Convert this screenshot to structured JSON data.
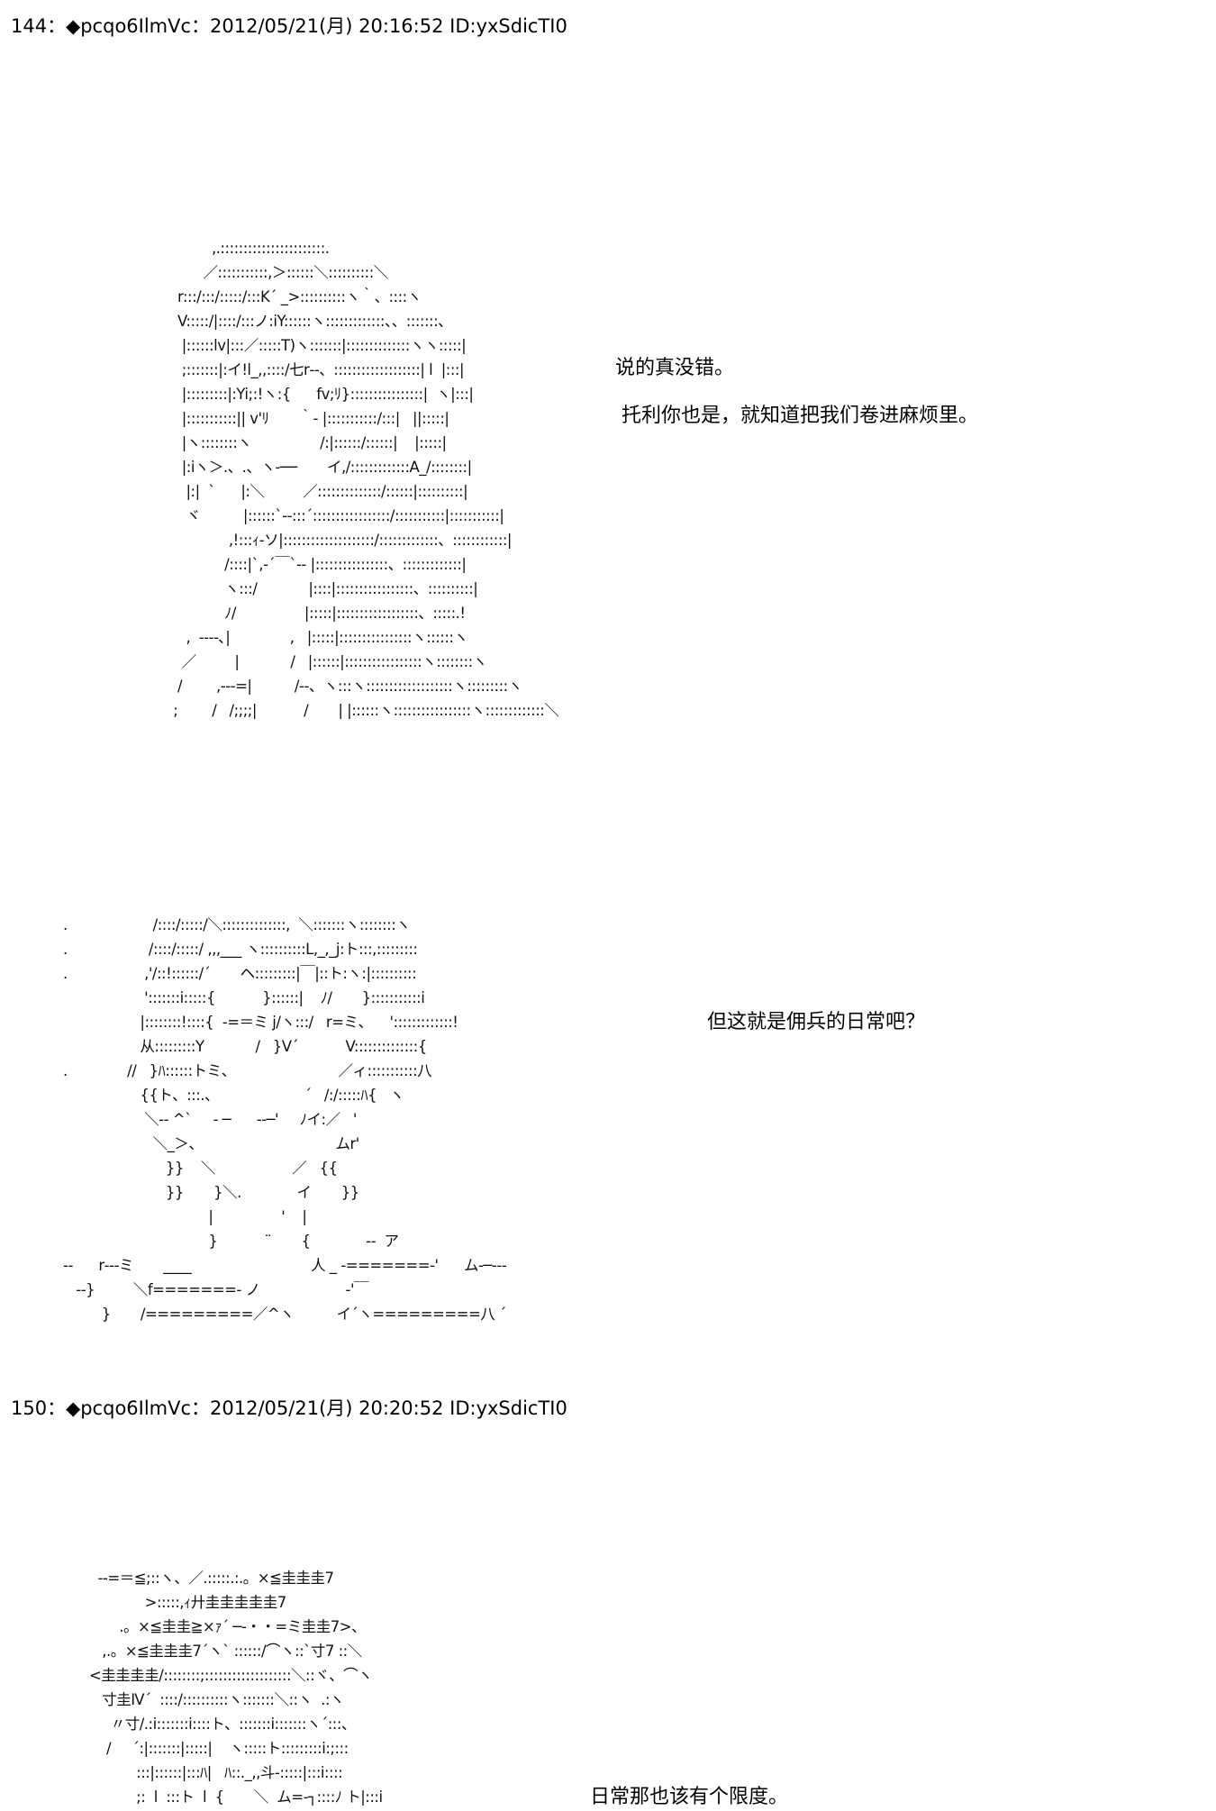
{
  "posts": [
    {
      "header": "144：◆pcqo6IlmVc：2012/05/21(月) 20:16:52 ID:yxSdicTI0",
      "ascii_art": "            ,.:::::::::::::::::::::::.\n          ／:::::::::::,＞::::::＼::::::::::＼\n    r:::/:::/:::::/:::K´ _>::::::::::ヽ｀、::::ヽ\n    V:::::/|::::/:::ノ:iY::::::ヽ:::::::::::::、、:::::::、\n     |::::::lv|:::／:::::T)ヽ:::::::|::::::::::::::ヽヽ:::::|\n     ;:::::::|:イ!l_,,::::/七r‐-、:::::::::::::::::::| l  |:::|\n     |:::::::::|:Yi;:!ヽ:{      fv;ﾘ}::::::::::::::::|  ヽ|:::|\n     |:::::::::::|| v'ﾘ       ｀‐ |:::::::::::/:::|   ||:::::|\n     |ヽ::::::::ヽ                /:|::::::/::::::|    |:::::|\n     |:iヽ＞.、.、ヽ‐──       イ,/:::::::::::::A_/::::::::|\n      |:|  `      |:＼         ／::::::::::::::/::::::|::::::::::|\n      ヾ          |::::::`‐-:::´:::::::::::::::::/:::::::::::|:::::::::::|\n                ,!:::ｨ‐ソ|::::::::::::::::::::/:::::::::::::、::::::::::::|\n               /::::|`,‐´￣`‐‐ |::::::::::::::::、:::::::::::::|\n               ヽ:::/            |::::|:::::::::::::::::、::::::::::|\n               ﾉ/                |:::::|::::::::::::::::::、:::::.!\n      ,  ‐‐‐‐､|              ,   |:::::|::::::::::::::::ヽ::::::ヽ\n     ／         |            /   |::::::|:::::::::::::::::ヽ::::::::ヽ\n    /        ,‐‐‐=|          /‐‐、ヽ:::ヽ:::::::::::::::::::ヽ:::::::::ヽ\n   ;        /   /;;;;|           /       | |::::::ヽ:::::::::::::::::ヽ:::::::::::::＼",
      "dialogue": [
        "说的真没错。",
        "托利你也是，就知道把我们卷进麻烦里。"
      ]
    },
    {
      "ascii_art": ".                    /::::/:::::/＼::::::::::::::,  ＼:::::::ヽ::::::::ヽ\n.                   /::::/:::::/ ,,,___ ヽ::::::::::L,_,_j:ト:::,:::::::::\n.                  ,'/::!::::::/´       ヘ:::::::::|￣|::ト:ヽ:|::::::::::\n                   ':::::::i:::::{           }::::::|    ﾉ/       }:::::::::::i\n                  |::::::::!::::{  ‐=＝ミ j/ヽ:::/   r=ミ、    ':::::::::::::!\n                  从:::::::::Y            /   }V´           V::::::::::::::{\n.              //   }ﾊ::::::トミ、                        ／ィ:::::::::::八\n                  {{ト、:::.、                    ´   /:/:::::ﾊ{   ヽ\n                   ＼‐‐ ^`     ‐ ─      ‐‐─'     ﾉイ:／   '\n                     ＼_＞、                               ムr'\n                        }}    ＼                  ／   {{\n                        }}       }＼.             イ       }}\n                                  |                '    |\n                                  }           ¨       {             ‐‐  ア\n--      r‐‐‐ミ       ____                            人 _ ‐=======‐'      ム‐─‐‐‐\n   ‐‐}         ＼f=======‐ ノ                    ‐'￣     \n         }       /=========／^ヽ          イ´ヽ=========八 ´",
      "dialogue": [
        "但这就是佣兵的日常吧？"
      ]
    },
    {
      "header": "150：◆pcqo6IlmVc：2012/05/21(月) 20:20:52 ID:yxSdicTI0",
      "ascii_art": "      ‐-=＝≦;::ヽ、／.:::::.:.。×≦圭圭圭7\n                 >:::::,ｨ廾圭圭圭圭圭7\n           .。×≦圭圭≧×ｧ´ ─‐・・=ミ圭圭7>、\n       ,.。×≦圭圭圭7´ヽ` ::::::/⌒ヽ::`寸7 ::＼\n    <圭圭圭圭/::::::::;:::::::::::::::::::＼::ヾ、⌒ヽ\n       寸圭Ⅳ´  ::::/::::::::::ヽ:::::::＼::ヽ  .:ヽ\n         〃寸/.:i:::::::i::::ト、:::::::i:::::::ヽ´:::、\n        /     ´:|:::::::|:::::|    ヽ:::::ト:::::::::i:;:::\n               :::|::::::|:::ﾊ|   ﾊ::._,,斗‐:::::|:::i::::\n               ;:  l  :::ト  l  {       ＼  ム=‐┐::::ﾉ ト|:::i",
      "dialogue": [
        "日常那也该有个限度。"
      ]
    }
  ]
}
